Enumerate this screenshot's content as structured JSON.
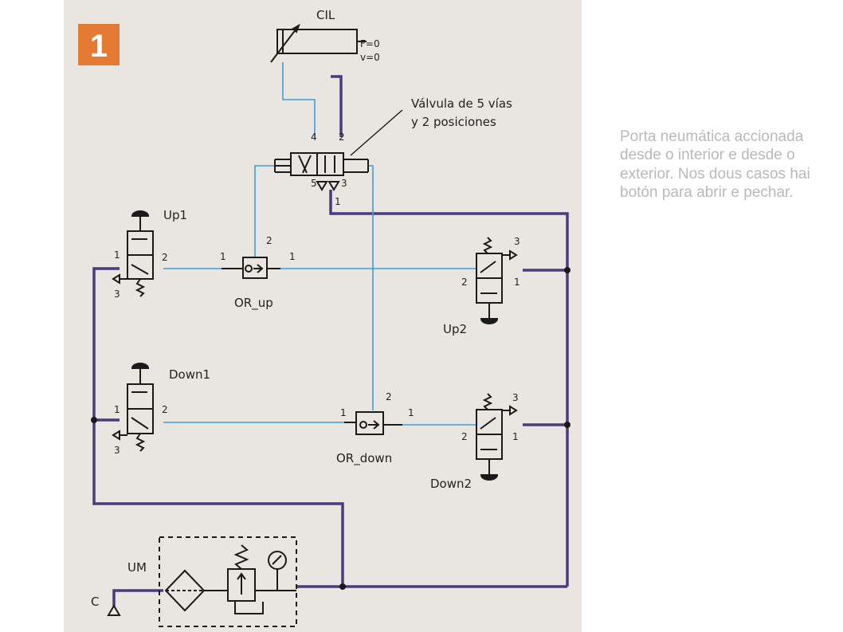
{
  "figure_number": "1",
  "caption": "Porta neumática accionada desde o interior e desde o exterior. Nos dous casos hai botón para abrir e pechar.",
  "labels": {
    "cylinder": "CIL",
    "cyl_force": "F=0",
    "cyl_speed": "v=0",
    "valve_note_1": "Válvula de 5 vías",
    "valve_note_2": "y 2 posiciones",
    "up1": "Up1",
    "up2": "Up2",
    "down1": "Down1",
    "down2": "Down2",
    "or_up": "OR_up",
    "or_down": "OR_down",
    "unit": "UM",
    "source": "C"
  },
  "ports": {
    "v_4": "4",
    "v_2": "2",
    "v_5": "5",
    "v_3": "3",
    "v_1": "1",
    "up1_1": "1",
    "up1_2": "2",
    "up1_3": "3",
    "dn1_1": "1",
    "dn1_2": "2",
    "dn1_3": "3",
    "orup_1a": "1",
    "orup_1b": "1",
    "orup_2": "2",
    "ordn_1a": "1",
    "ordn_1b": "1",
    "ordn_2": "2",
    "up2_3": "3",
    "up2_2": "2",
    "up2_1": "1",
    "dn2_3": "3",
    "dn2_2": "2",
    "dn2_1": "1"
  },
  "colors": {
    "badge": "#e47a33",
    "signal_line": "#3f9de0",
    "supply_line": "#4a3c7c",
    "symbol": "#1a1a1a",
    "background": "#e9e6e2",
    "caption": "#b9b9b9"
  }
}
